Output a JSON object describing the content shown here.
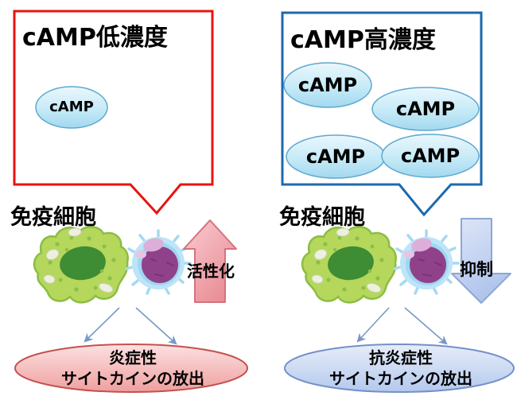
{
  "colors": {
    "low_box_border": "#e81410",
    "high_box_border": "#1b69ae",
    "camp_fill": "#bfe6f6",
    "camp_border": "#5fa8cf",
    "activation_arrow_fill": "#f0a3a9",
    "suppression_arrow_fill": "#c3d2f0",
    "inflammatory_fill": "#f5b9b9",
    "inflammatory_border": "#c4504e",
    "anti_inflammatory_fill": "#c9d8f0",
    "anti_inflammatory_border": "#7590c9",
    "connector_arrow": "#7b97c7"
  },
  "left_panel": {
    "bubble_title": "cAMP低濃度",
    "camp_labels": [
      "cAMP"
    ],
    "cell_label": "免疫細胞",
    "effect_label": "活性化",
    "outcome": {
      "line1": "炎症性",
      "line2": "サイトカインの放出"
    }
  },
  "right_panel": {
    "bubble_title": "cAMP高濃度",
    "camp_labels": [
      "cAMP",
      "cAMP",
      "cAMP",
      "cAMP"
    ],
    "cell_label": "免疫細胞",
    "effect_label": "抑制",
    "outcome": {
      "line1": "抗炎症性",
      "line2": "サイトカインの放出"
    }
  }
}
